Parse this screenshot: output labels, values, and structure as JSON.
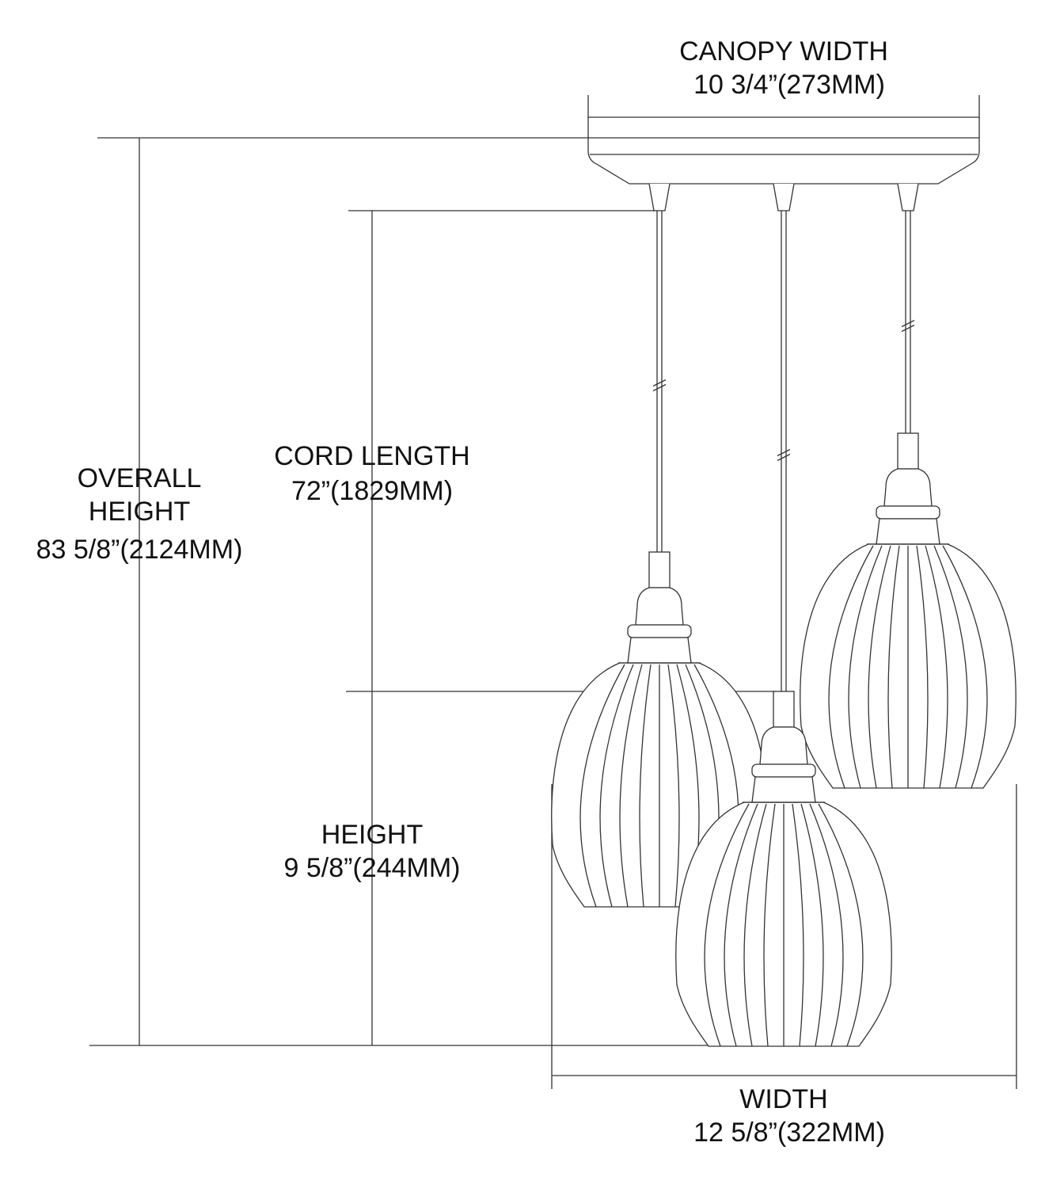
{
  "dimensions": {
    "canopy_width": {
      "label": "CANOPY WIDTH",
      "value": "10 3/4”(273MM)"
    },
    "cord_length": {
      "label": "CORD LENGTH",
      "value": "72”(1829MM)"
    },
    "overall_height": {
      "label_line1": "OVERALL",
      "label_line2": "HEIGHT",
      "value": "83 5/8”(2124MM)"
    },
    "height": {
      "label": "HEIGHT",
      "value": "9 5/8”(244MM)"
    },
    "width": {
      "label": "WIDTH",
      "value": "12 5/8”(322MM)"
    }
  },
  "colors": {
    "line": "#333333",
    "background": "#ffffff"
  }
}
